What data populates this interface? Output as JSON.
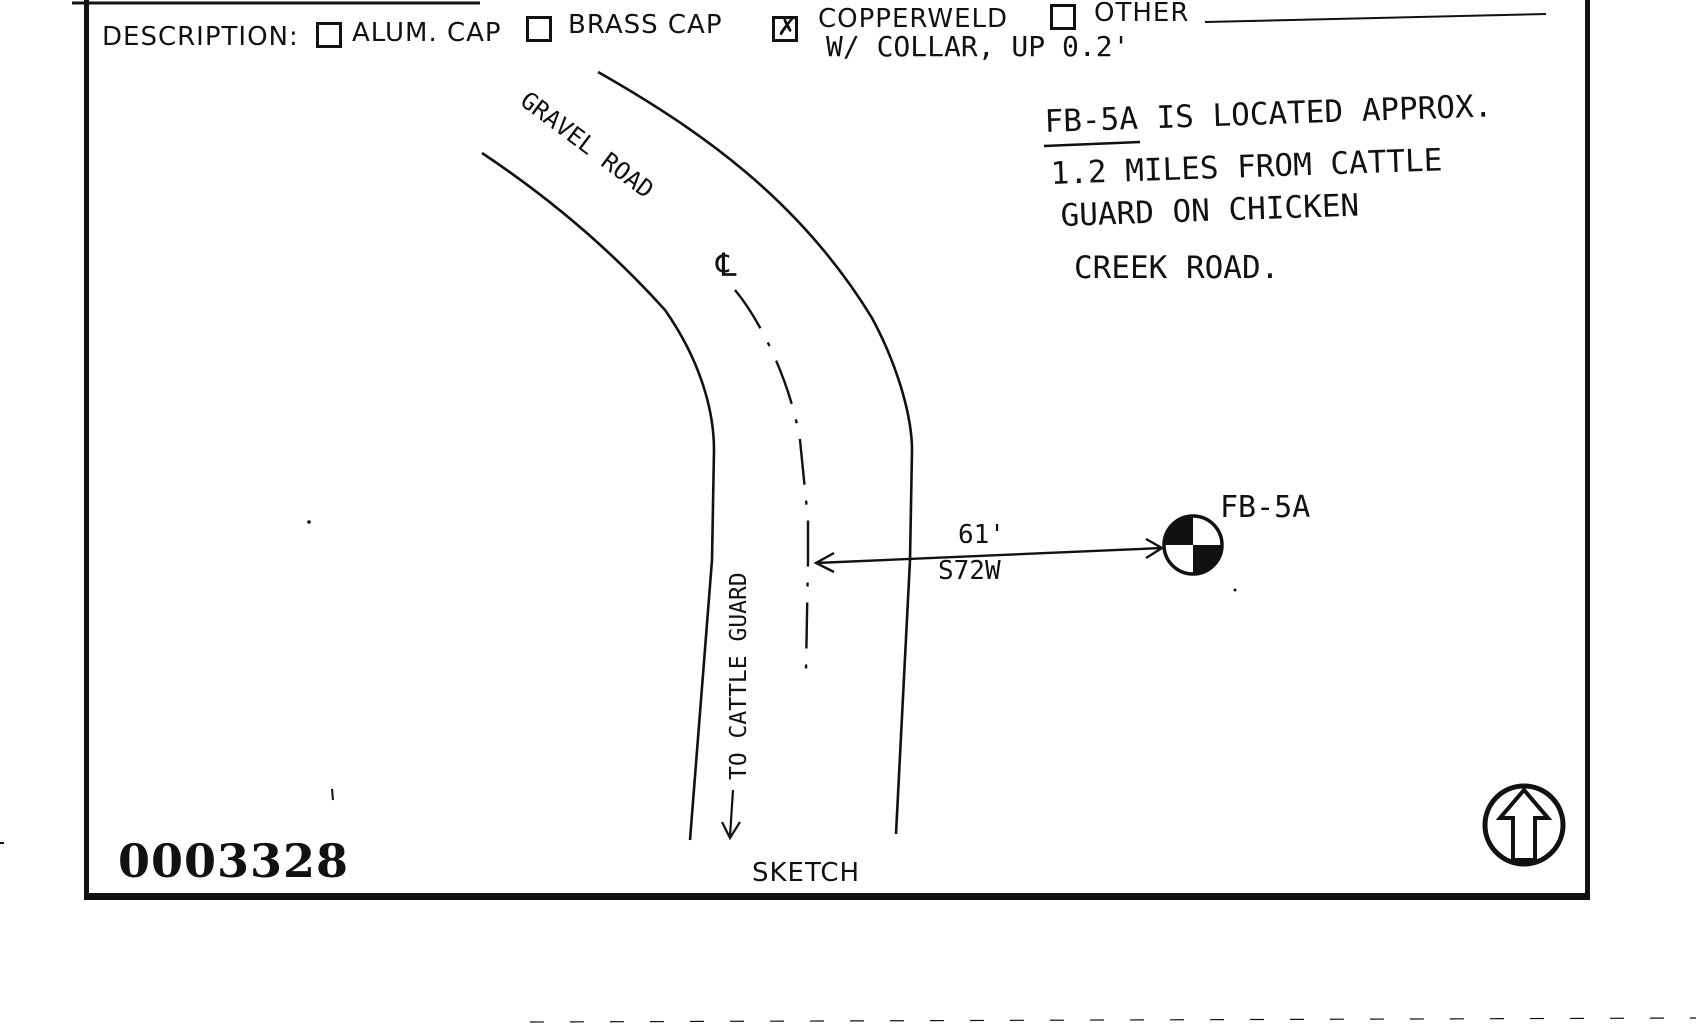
{
  "description": {
    "label": "DESCRIPTION:",
    "options": [
      {
        "label": "ALUM. CAP",
        "checked": false
      },
      {
        "label": "BRASS CAP",
        "checked": false
      },
      {
        "label": "COPPERWELD",
        "checked": true
      },
      {
        "label": "OTHER",
        "checked": false
      }
    ],
    "check_mark": "✗",
    "handwritten_note": "W/ COLLAR, UP 0.2'"
  },
  "sketch": {
    "road_label": "GRAVEL ROAD",
    "centerline_symbol": "℄",
    "direction_label": "TO CATTLE GUARD",
    "distance": "61'",
    "bearing": "S72W",
    "mark_label": "FB-5A",
    "location_note": [
      "FB-5A IS LOCATED APPROX.",
      "1.2 MILES FROM CATTLE",
      "GUARD ON CHICKEN",
      "CREEK ROAD."
    ],
    "north_arrow_icon": "north-arrow-icon",
    "benchmark_icon": "benchmark-disk-icon"
  },
  "footer": {
    "serial": "0003328",
    "section_label": "SKETCH"
  }
}
